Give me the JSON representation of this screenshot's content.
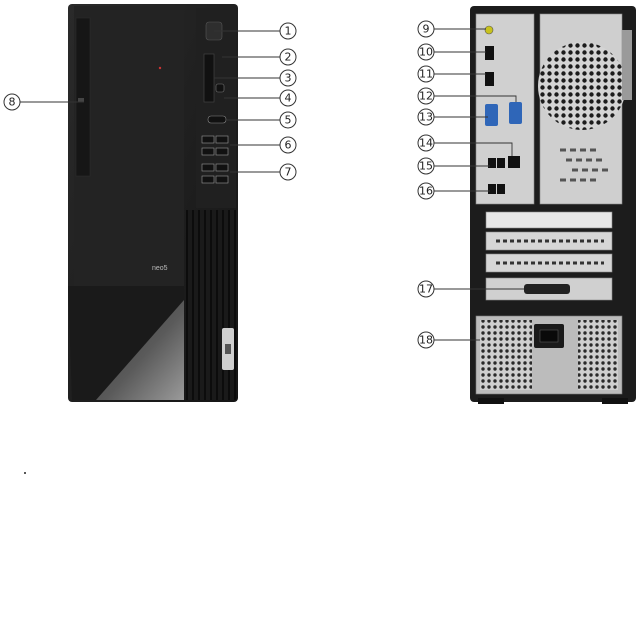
{
  "front_view": {
    "brand_label": "neo5",
    "callouts": [
      "1",
      "2",
      "3",
      "4",
      "5",
      "6",
      "7",
      "8"
    ]
  },
  "rear_view": {
    "callouts": [
      "9",
      "10",
      "11",
      "12",
      "13",
      "14",
      "15",
      "16",
      "17",
      "18"
    ]
  },
  "colors": {
    "chassis": "#1e1e1e",
    "chassis_dark": "#111111",
    "rear_metal": "#d9d9d9",
    "vga_port": "#2f66b8",
    "audio_port": "#c8c21e"
  }
}
